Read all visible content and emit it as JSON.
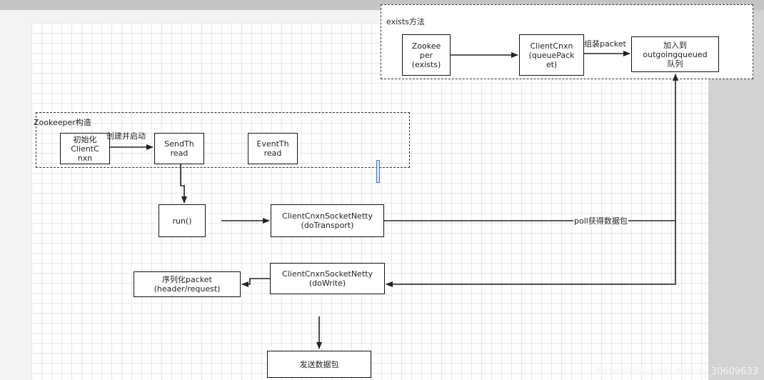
{
  "groups": {
    "exists_method": {
      "title": "exists方法"
    },
    "zookeeper_ctor": {
      "title": "Zookeeper构造"
    }
  },
  "nodes": {
    "zookeeper_exists": "Zookee\nper\n(exists)",
    "clientcnxn_queuepacket": "ClientCnxn\n(queuePack\net)",
    "add_outgoing_queue": "加入到\noutgoingqueued\n队列",
    "init_clientcnxn": "初始化\nClientC\nnxn",
    "sendthread": "SendTh\nread",
    "eventthread": "EventTh\nread",
    "run": "run()",
    "socket_do_transport": "ClientCnxnSocketNetty\n(doTransport)",
    "socket_do_write": "ClientCnxnSocketNetty\n(doWrite)",
    "serialize_packet": "序列化packet\n(header/request)",
    "send_packet": "发送数据包"
  },
  "edge_labels": {
    "assemble_packet": "组装packet",
    "create_and_start": "创建并启动",
    "poll_packet": "poll获得数据包"
  },
  "watermark": "https://blog.csdn.net/qq_30609633"
}
